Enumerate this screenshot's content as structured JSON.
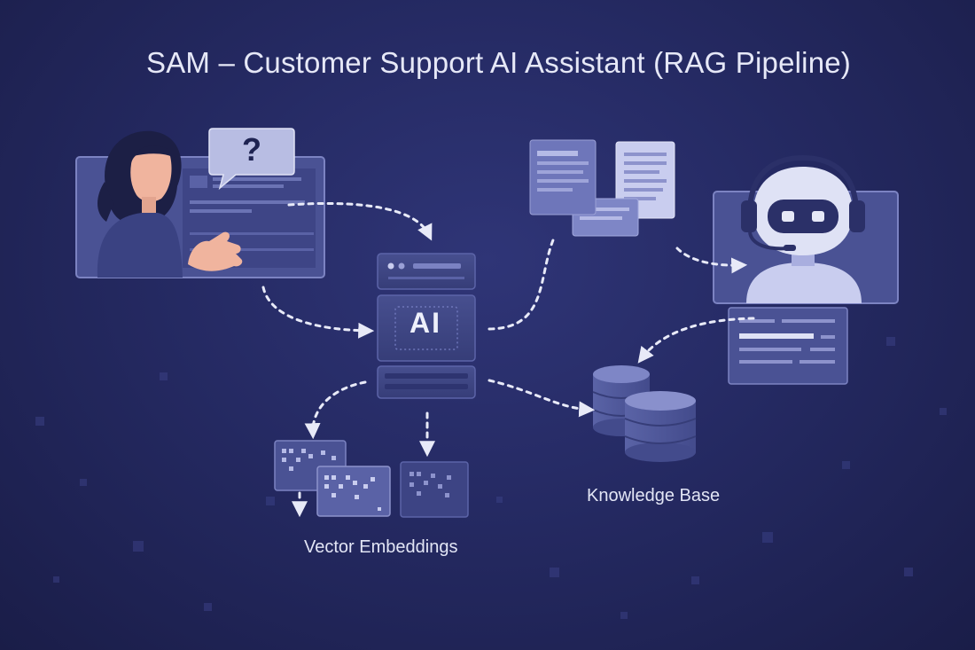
{
  "title": "SAM – Customer Support AI Assistant (RAG Pipeline)",
  "nodes": {
    "customer": {
      "speech_glyph": "?"
    },
    "ai_server": {
      "label": "AI"
    },
    "knowledge_base": {
      "label": "Knowledge Base"
    },
    "vector_embeddings": {
      "label": "Vector Embeddings"
    }
  },
  "colors": {
    "background": "#252a63",
    "panel": "#4a5294",
    "panel_border": "#7c83c2",
    "accent_line": "#e8eaf8",
    "text": "#e6e8f7"
  },
  "icons": [
    "customer-avatar-icon",
    "question-bubble-icon",
    "ai-server-icon",
    "documents-icon",
    "robot-agent-icon",
    "database-icon",
    "embedding-grid-icon"
  ]
}
